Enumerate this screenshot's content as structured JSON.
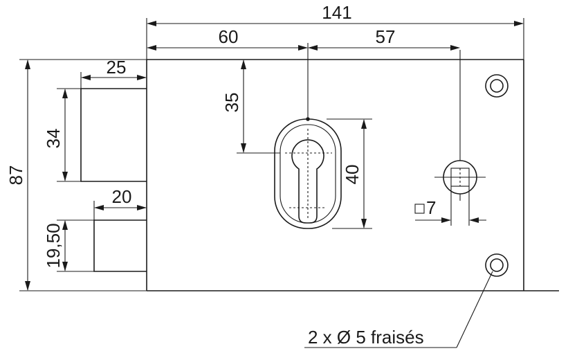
{
  "dimensions": {
    "overall_width": "141",
    "left_to_cylinder": "60",
    "cylinder_to_spindle": "57",
    "overall_height": "87",
    "cylinder_vertical_offset": "35",
    "cylinder_height": "40",
    "deadbolt_projection": "25",
    "deadbolt_height": "34",
    "latch_projection": "20",
    "latch_height": "19,50",
    "spindle_square": "7"
  },
  "note": {
    "holes": "2 x Ø 5 fraisés"
  }
}
